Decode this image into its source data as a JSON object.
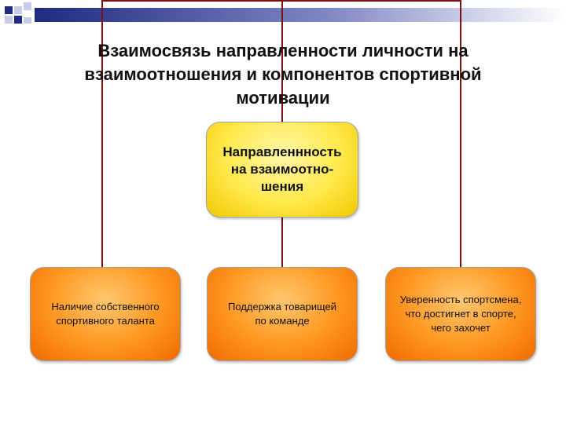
{
  "title": {
    "lines": [
      "Взаимосвязь направленности личности на",
      "взаимоотношения и компонентов спортивной",
      "мотивации"
    ]
  },
  "center_node": {
    "lines": [
      "Направленнность",
      "на взаимоотно-",
      "шения"
    ]
  },
  "child_nodes": [
    {
      "lines": [
        "Наличие собственного",
        "спортивного таланта"
      ]
    },
    {
      "lines": [
        "Поддержка товарищей",
        "по команде"
      ]
    },
    {
      "lines": [
        "Уверенность спортсмена,",
        "что достигнет в спорте,",
        "чего захочет"
      ]
    }
  ],
  "colors": {
    "connector": "#7a1010",
    "center_fill": "#ffe84a",
    "child_fill": "#ff9a24",
    "deco_dark": "#1f2a80",
    "deco_light": "#b9bde0"
  }
}
